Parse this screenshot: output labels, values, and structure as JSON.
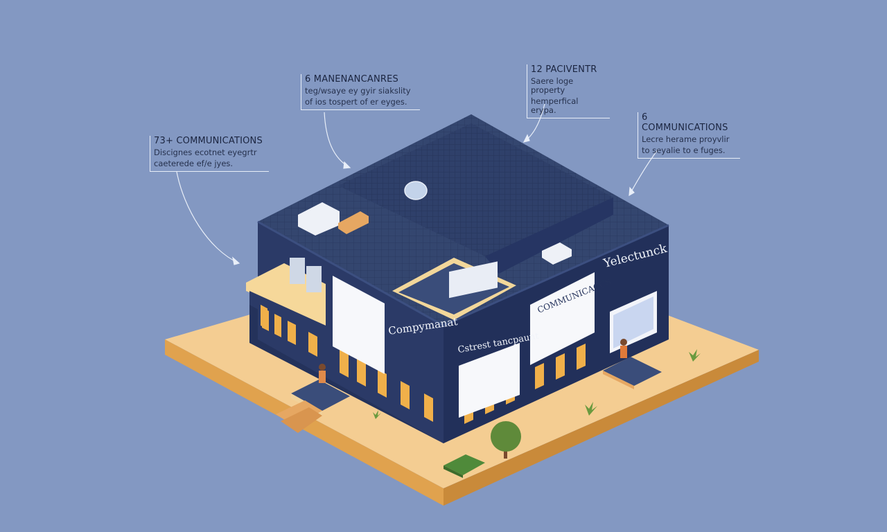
{
  "callouts": {
    "maintenance": {
      "title": "6 MANENANCANRES",
      "line1": "teg/wsaye ey gyir siakslity",
      "line2": "of ios tospert of er eyges."
    },
    "patient": {
      "title": "12 PACIVENTR",
      "line1": "Saere loge property",
      "line2": "hemperfical erypa."
    },
    "communications_left": {
      "title": "73+ COMMUNICATIONS",
      "line1": "Discignes ecotnet eyegrtr",
      "line2": "caeterede ef/e jyes."
    },
    "communications_right": {
      "title": "6 COMMUNICATIONS",
      "line1": "Lecre herame proyvlir",
      "line2": "to seyalie to e fuges."
    }
  },
  "signs": {
    "front": "Compymanat",
    "front_sub": "Cstrest tancpaunt",
    "comm_board": "COMMUNICACCS",
    "roof_right": "Yelectunck"
  },
  "colors": {
    "background": "#8398c2",
    "building": "#2b3a67",
    "roof": "#33456f",
    "ground": "#f2c98b",
    "window": "#f0b04a",
    "line": "#e8eef8"
  },
  "icons": [
    "hvac-unit-icon",
    "skylight-icon",
    "person-icon",
    "tree-icon",
    "plant-icon",
    "shrub-icon"
  ]
}
